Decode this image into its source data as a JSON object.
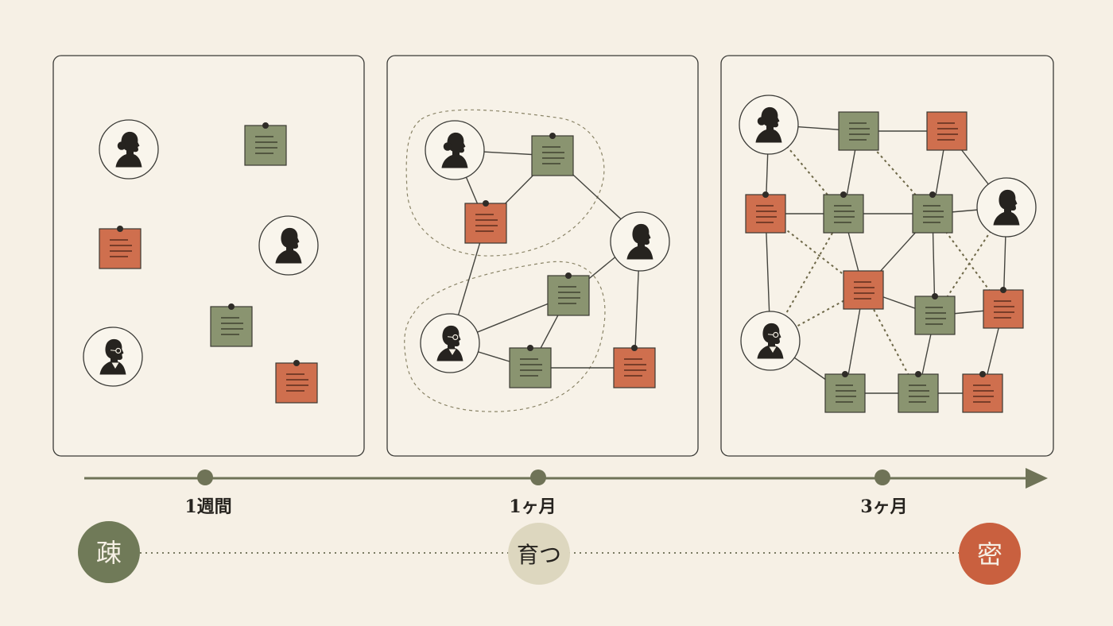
{
  "colors": {
    "background": "#f6f0e5",
    "panel_fill": "#f7f2e8",
    "panel_border": "#3a3a36",
    "sage": "#8a9470",
    "terracotta": "#cf6f4e",
    "ink": "#26231f",
    "line": "#44443e",
    "dash": "#6e6848",
    "timeline": "#6f7357",
    "badge_sparse": "#707a58",
    "badge_growing": "#ddd7bf",
    "badge_dense": "#c9603f"
  },
  "timeline": {
    "milestones": [
      {
        "label": "1週間"
      },
      {
        "label": "1ヶ月"
      },
      {
        "label": "3ヶ月"
      }
    ]
  },
  "badges": {
    "sparse": "疎",
    "growing": "育つ",
    "dense": "密"
  },
  "panels": [
    {
      "stage": "sparse",
      "people": [
        {
          "avatar": "woman-icon"
        },
        {
          "avatar": "man-icon"
        },
        {
          "avatar": "man-glasses-icon"
        }
      ],
      "notes": [
        {
          "color": "sage"
        },
        {
          "color": "terracotta"
        },
        {
          "color": "sage"
        },
        {
          "color": "terracotta"
        }
      ]
    },
    {
      "stage": "growing",
      "people": [
        {
          "avatar": "woman-icon"
        },
        {
          "avatar": "man-icon"
        },
        {
          "avatar": "man-glasses-icon"
        }
      ],
      "notes": [
        {
          "color": "sage"
        },
        {
          "color": "terracotta"
        },
        {
          "color": "sage"
        },
        {
          "color": "sage"
        },
        {
          "color": "terracotta"
        }
      ],
      "clusters": 2
    },
    {
      "stage": "dense",
      "people": [
        {
          "avatar": "woman-icon"
        },
        {
          "avatar": "man-icon"
        },
        {
          "avatar": "man-glasses-icon"
        }
      ],
      "notes": [
        {
          "color": "sage"
        },
        {
          "color": "terracotta"
        },
        {
          "color": "terracotta"
        },
        {
          "color": "sage"
        },
        {
          "color": "sage"
        },
        {
          "color": "terracotta"
        },
        {
          "color": "sage"
        },
        {
          "color": "terracotta"
        },
        {
          "color": "sage"
        },
        {
          "color": "sage"
        },
        {
          "color": "terracotta"
        }
      ]
    }
  ]
}
